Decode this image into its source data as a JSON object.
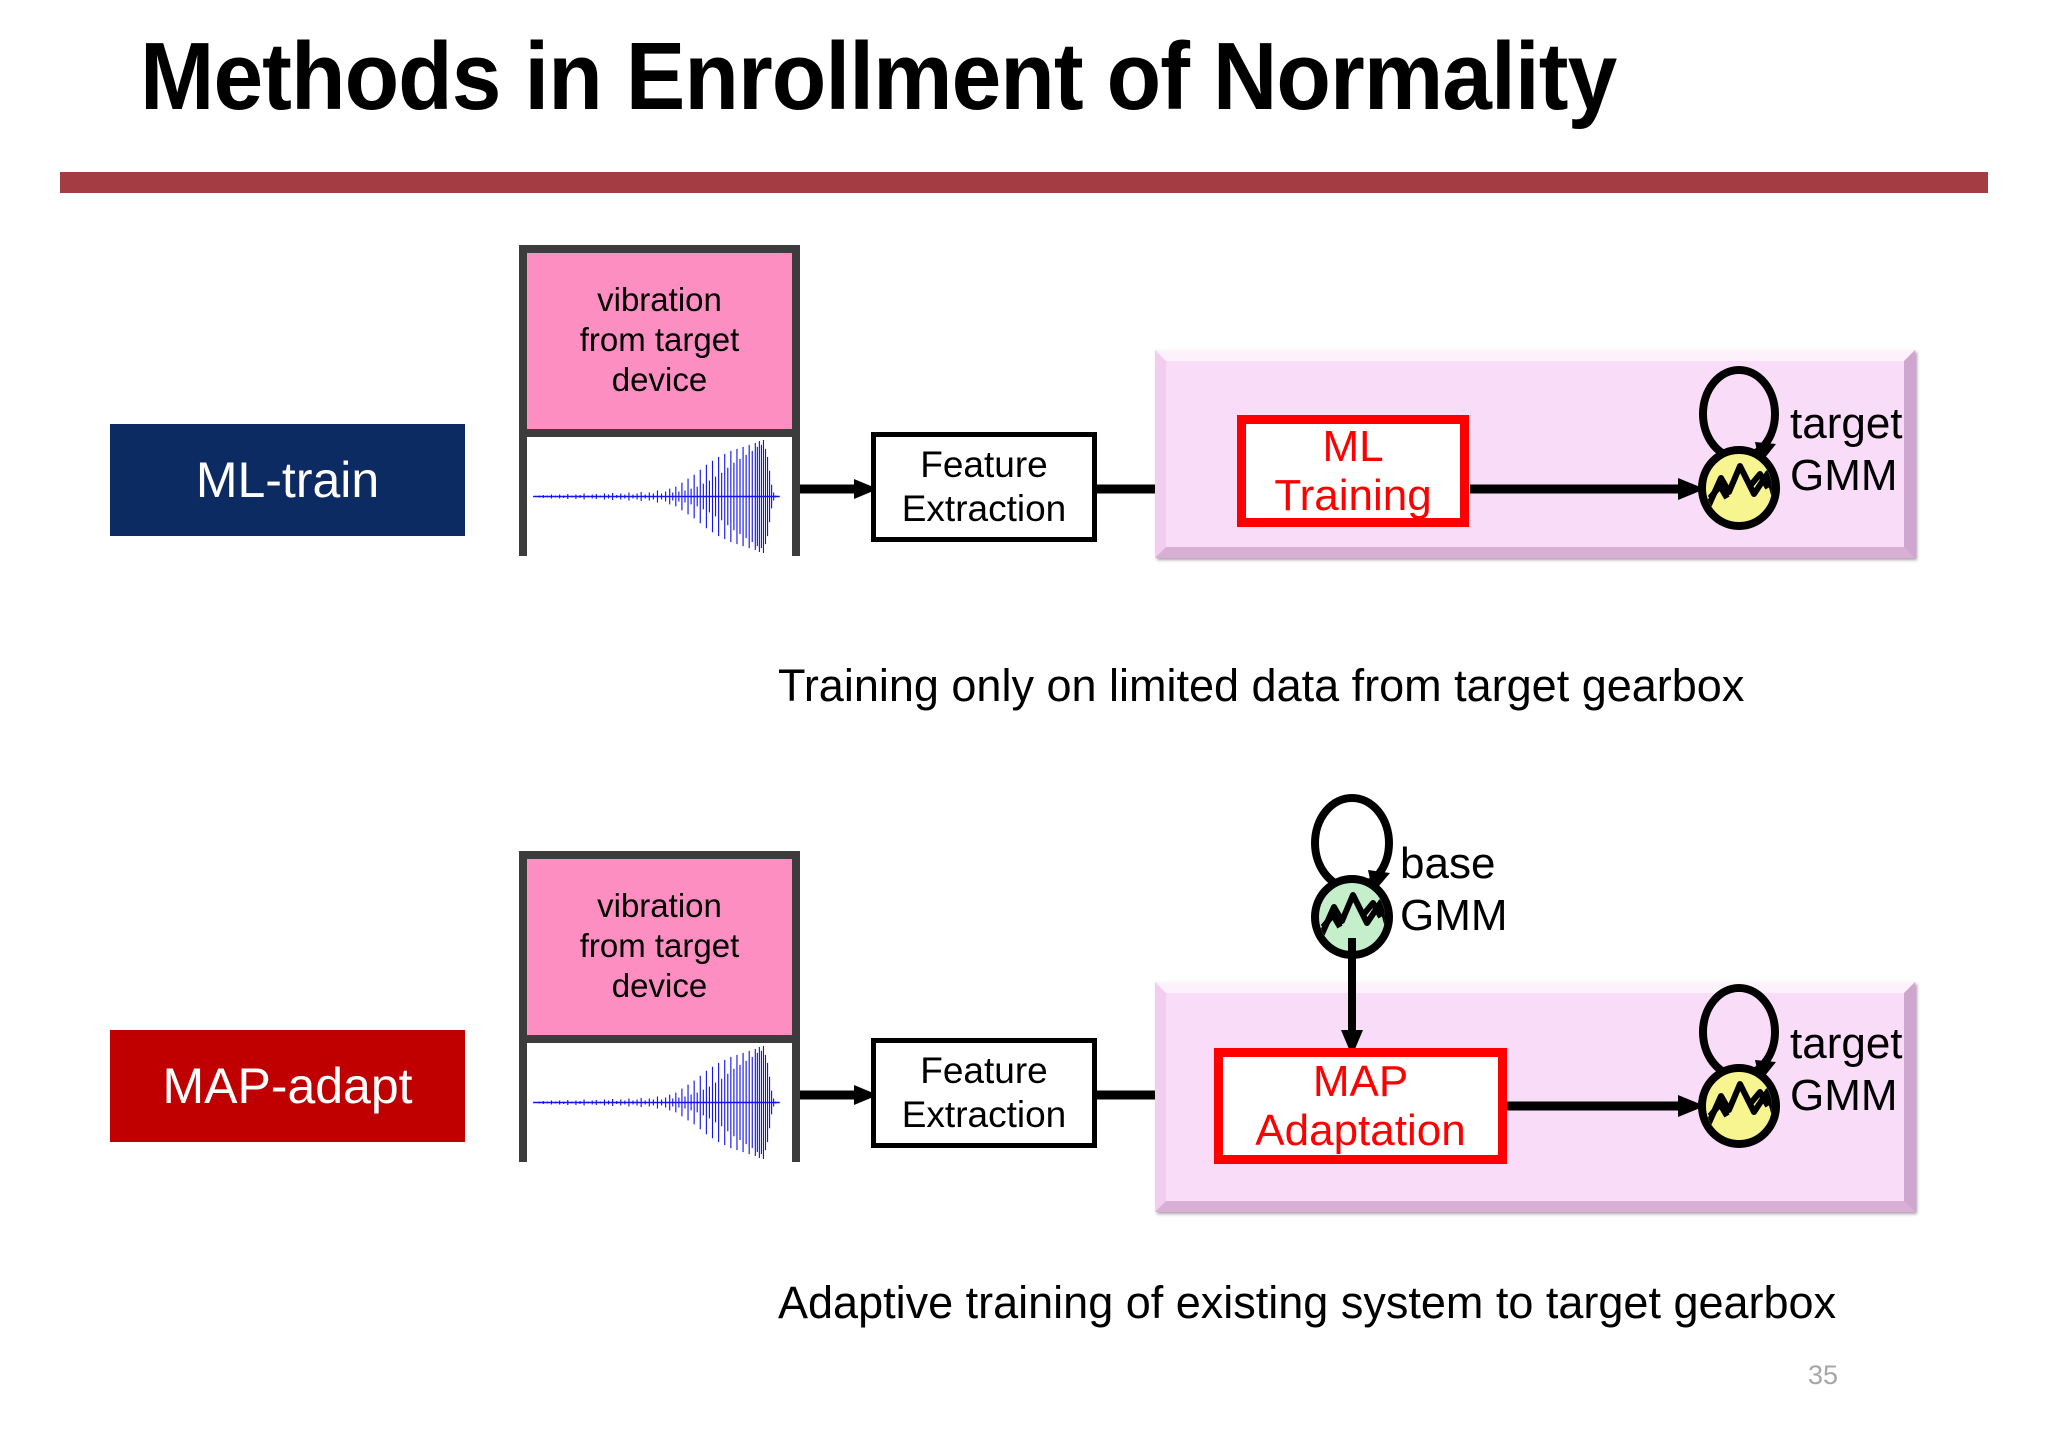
{
  "slide": {
    "title": "Methods in Enrollment of Normality",
    "page_number": "35",
    "accent_rule_color": "#a43c44"
  },
  "rows": [
    {
      "tag_label": "ML-train",
      "tag_color": "#0d2b63",
      "source_label": "vibration\nfrom target\ndevice",
      "source_label_line1": "vibration",
      "source_label_line2": "from target",
      "source_label_line3": "device",
      "source_fill": "#fd8ec1",
      "waveform_color": "#1414e6",
      "feature_line1": "Feature",
      "feature_line2": "Extraction",
      "process_line1": "ML",
      "process_line2": "Training",
      "process_color": "#ff0000",
      "panel_color": "#f9dcf7",
      "output_label_line1": "target",
      "output_label_line2": "GMM",
      "output_gmm_color": "#f7f58f",
      "caption": "Training only on limited data from target gearbox"
    },
    {
      "tag_label": "MAP-adapt",
      "tag_color": "#c00000",
      "source_label_line1": "vibration",
      "source_label_line2": "from target",
      "source_label_line3": "device",
      "source_fill": "#fd8ec1",
      "waveform_color": "#1414e6",
      "feature_line1": "Feature",
      "feature_line2": "Extraction",
      "process_line1": "MAP",
      "process_line2": "Adaptation",
      "process_color": "#ff0000",
      "panel_color": "#f9dcf7",
      "prior_label_line1": "base",
      "prior_label_line2": "GMM",
      "prior_gmm_color": "#c5efcb",
      "output_label_line1": "target",
      "output_label_line2": "GMM",
      "output_gmm_color": "#f7f58f",
      "caption": "Adaptive training of existing system to target gearbox"
    }
  ],
  "icons": {
    "gmm_node": "gmm-node-icon",
    "self_loop": "self-loop-arrow-icon",
    "flow_arrow": "flow-arrow-icon",
    "waveform": "vibration-waveform-icon"
  }
}
